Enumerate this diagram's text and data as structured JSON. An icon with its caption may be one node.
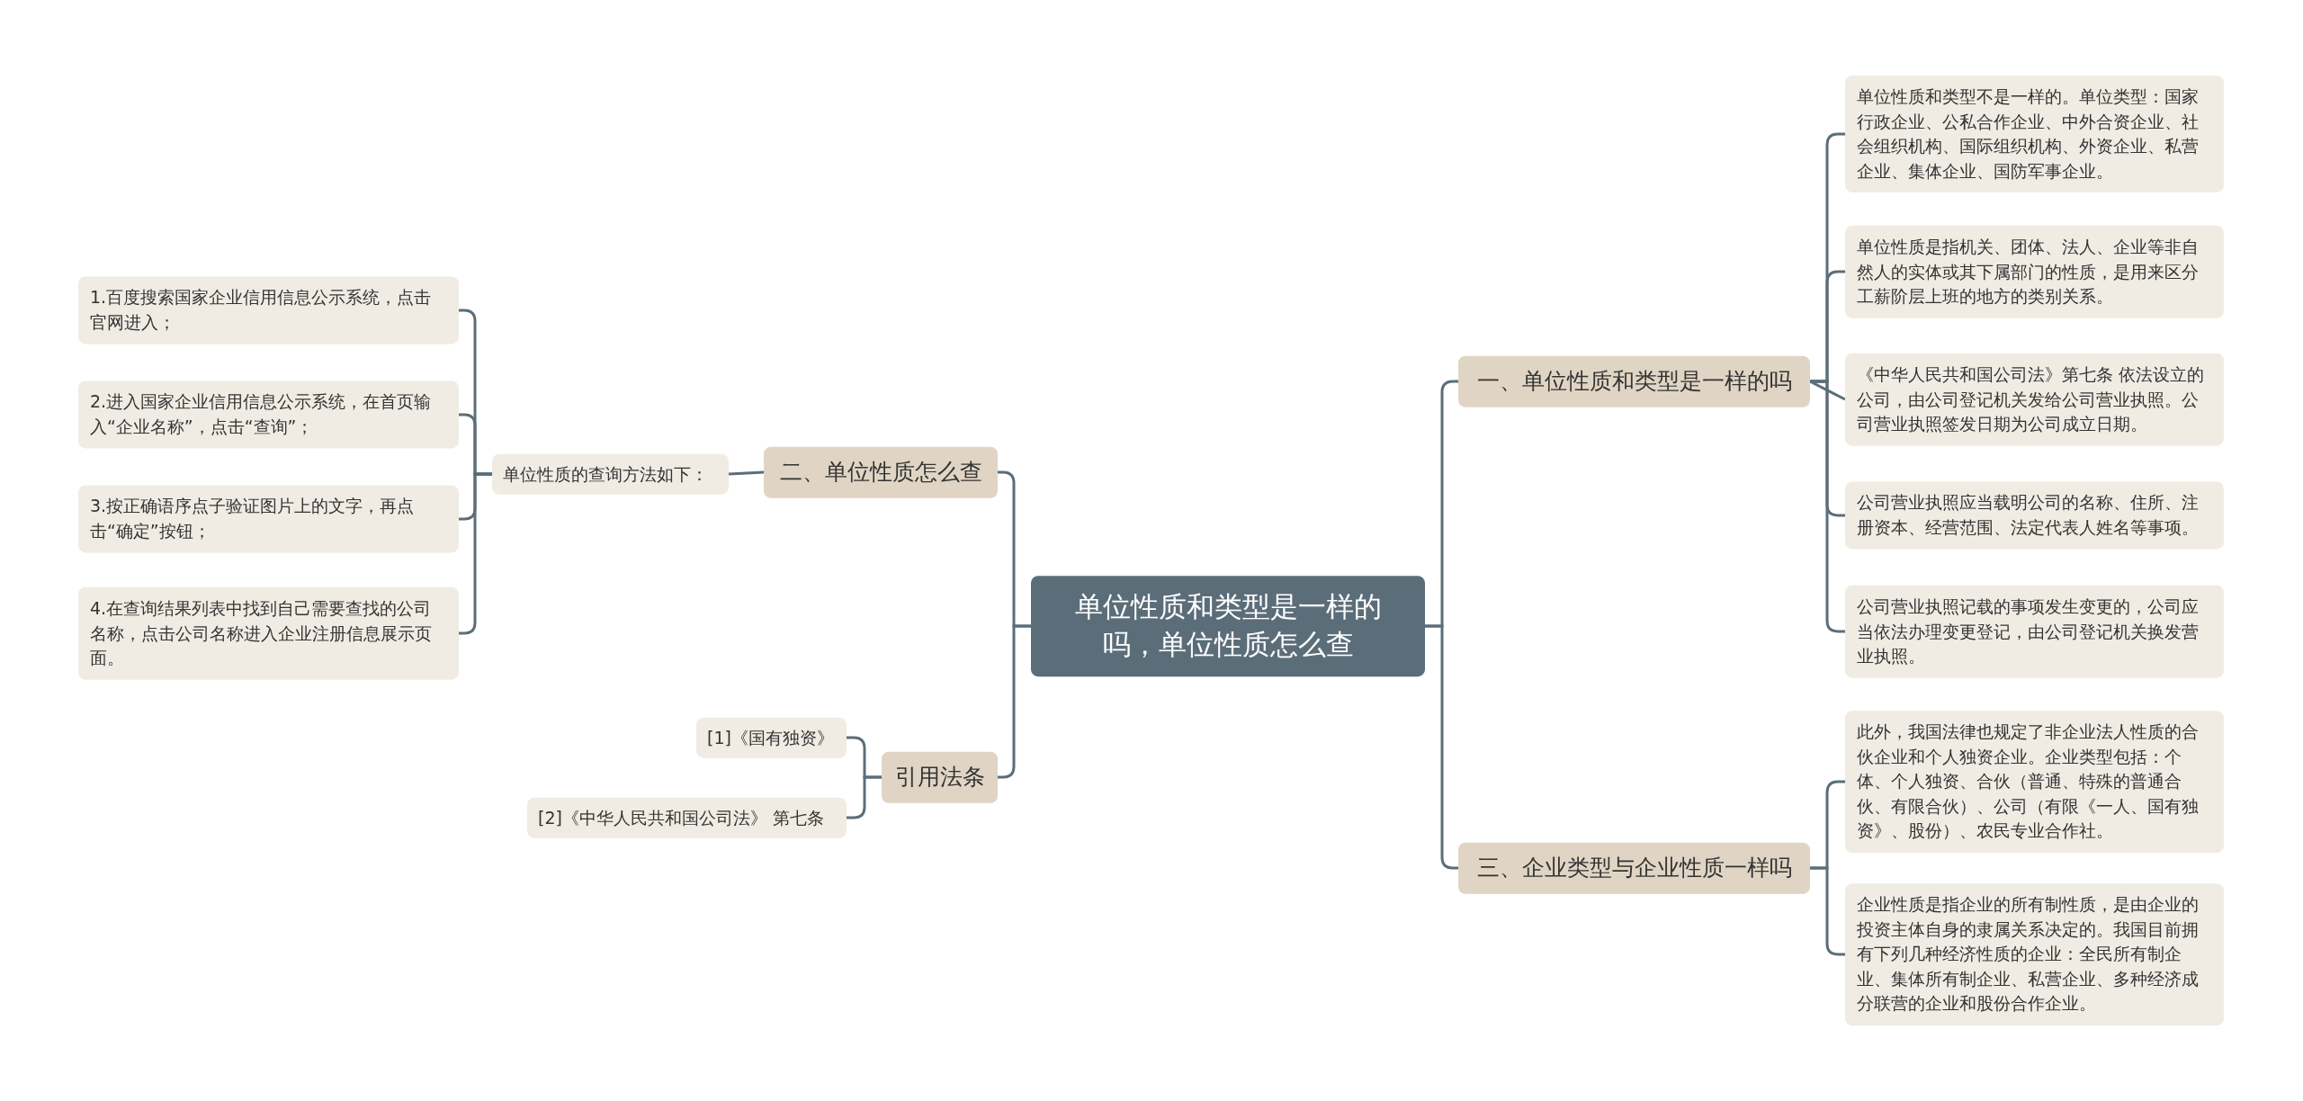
{
  "diagram": {
    "nodes": [
      {
        "text": [
          "单位性质和类型是一样的吗，单位性质怎么查"
        ]
      },
      {
        "text": [
          "一、单位性质和类型是一样的吗"
        ]
      },
      {
        "text": [
          "单位性质和类型不是一样的。单位类型：国家行政企业、公私合作企业、中外合资企业、社会组织机构、国际组织机构、外资企业、私营企业、集体企业、国防军事企业。"
        ]
      },
      {
        "text": [
          "单位性质是指机关、团体、法人、企业等非自然人的实体或其下属部门的性质，是用来区分工薪阶层上班的地方的类别关系。"
        ]
      },
      {
        "text": [
          "《中华人民共和国公司法》第七条 依法设立的公司，由公司登记机关发给公司营业执照。公司营业执照签发日期为公司成立日期。"
        ]
      },
      {
        "text": [
          "公司营业执照应当载明公司的名称、住所、注册资本、经营范围、法定代表人姓名等事项。"
        ]
      },
      {
        "text": [
          "公司营业执照记载的事项发生变更的，公司应当依法办理变更登记，由公司登记机关换发营业执照。"
        ]
      },
      {
        "text": [
          "三、企业类型与企业性质一样吗"
        ]
      },
      {
        "text": [
          "此外，我国法律也规定了非企业法人性质的合伙企业和个人独资企业。企业类型包括：个体、个人独资、合伙（普通、特殊的普通合伙、有限合伙）、公司（有限《一人、国有独资》、股份）、农民专业合作社。"
        ]
      },
      {
        "text": [
          "企业性质是指企业的所有制性质，是由企业的投资主体自身的隶属关系决定的。我国目前拥有下列几种经济性质的企业：全民所有制企业、集体所有制企业、私营企业、多种经济成分联营的企业和股份合作企业。"
        ]
      },
      {
        "text": [
          "二、单位性质怎么查"
        ]
      },
      {
        "text": [
          "单位性质的查询方法如下："
        ]
      },
      {
        "text": [
          "1.百度搜索国家企业信用信息公示系统，点击官网进入；"
        ]
      },
      {
        "text": [
          "2.进入国家企业信用信息公示系统，在首页输入“企业名称”，点击“查询”；"
        ]
      },
      {
        "text": [
          "3.按正确语序点子验证图片上的文字，再点击“确定”按钮；"
        ]
      },
      {
        "text": [
          "4.在查询结果列表中找到自己需要查找的公司名称，点击公司名称进入企业注册信息展示页面。"
        ]
      },
      {
        "text": [
          "引用法条"
        ]
      },
      {
        "text": [
          "[1]《国有独资》"
        ]
      },
      {
        "text": [
          "[2]《中华人民共和国公司法》 第七条"
        ]
      }
    ],
    "edges": [
      {
        "from": 0,
        "to": 1,
        "arrow": "none"
      },
      {
        "from": 1,
        "to": 2,
        "arrow": "none"
      },
      {
        "from": 1,
        "to": 3,
        "arrow": "none"
      },
      {
        "from": 1,
        "to": 4,
        "arrow": "none"
      },
      {
        "from": 1,
        "to": 5,
        "arrow": "none"
      },
      {
        "from": 1,
        "to": 6,
        "arrow": "none"
      },
      {
        "from": 0,
        "to": 7,
        "arrow": "none"
      },
      {
        "from": 7,
        "to": 8,
        "arrow": "none"
      },
      {
        "from": 7,
        "to": 9,
        "arrow": "none"
      },
      {
        "from": 0,
        "to": 10,
        "arrow": "none"
      },
      {
        "from": 10,
        "to": 11,
        "arrow": "none"
      },
      {
        "from": 11,
        "to": 12,
        "arrow": "none"
      },
      {
        "from": 11,
        "to": 13,
        "arrow": "none"
      },
      {
        "from": 11,
        "to": 14,
        "arrow": "none"
      },
      {
        "from": 11,
        "to": 15,
        "arrow": "none"
      },
      {
        "from": 0,
        "to": 16,
        "arrow": "none"
      },
      {
        "from": 16,
        "to": 17,
        "arrow": "none"
      },
      {
        "from": 16,
        "to": 18,
        "arrow": "none"
      }
    ]
  }
}
